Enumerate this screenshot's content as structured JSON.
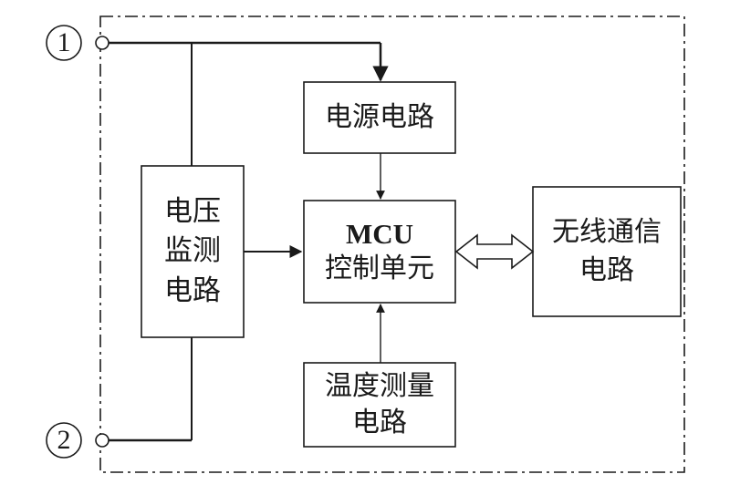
{
  "terminals": {
    "t1": "1",
    "t2": "2"
  },
  "blocks": {
    "power": "电源电路",
    "voltage": "电压\n监测\n电路",
    "mcu_title": "MCU",
    "mcu_sub": "控制单元",
    "wireless": "无线通信\n电路",
    "temperature": "温度测量\n电路"
  },
  "colors": {
    "stroke": "#1a1a1a",
    "background": "#ffffff"
  }
}
